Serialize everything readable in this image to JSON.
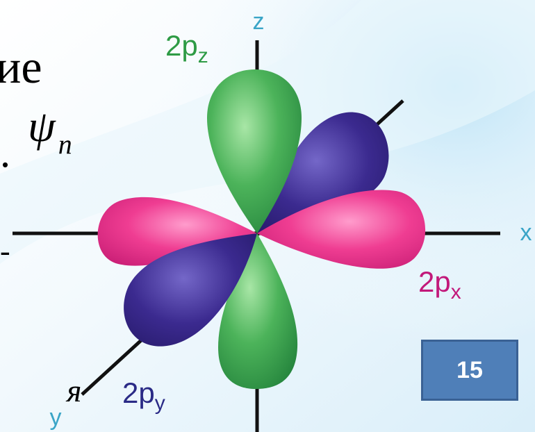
{
  "diagram": {
    "axis_z_label": "z",
    "axis_x_label": "x",
    "axis_y_label": "y",
    "orbital_z": {
      "base": "2p",
      "sub": "z"
    },
    "orbital_x": {
      "base": "2p",
      "sub": "x"
    },
    "orbital_y": {
      "base": "2p",
      "sub": "y"
    }
  },
  "slide_text": {
    "fragment_top": "ие",
    "psi": "ψ",
    "psi_sub": "n",
    "fragment_dot": ".",
    "fragment_dash": "-",
    "fragment_bottom": "я"
  },
  "slide_number": "15",
  "colors": {
    "pz_green": "#3aa64e",
    "px_pink": "#e8338a",
    "py_purple": "#3b2a8f",
    "label_z": "#2e9b45",
    "label_x": "#c2187a",
    "label_y": "#2a2a86",
    "axis_label": "#3aa5c7",
    "slide_number_bg": "#4f7fb8"
  }
}
